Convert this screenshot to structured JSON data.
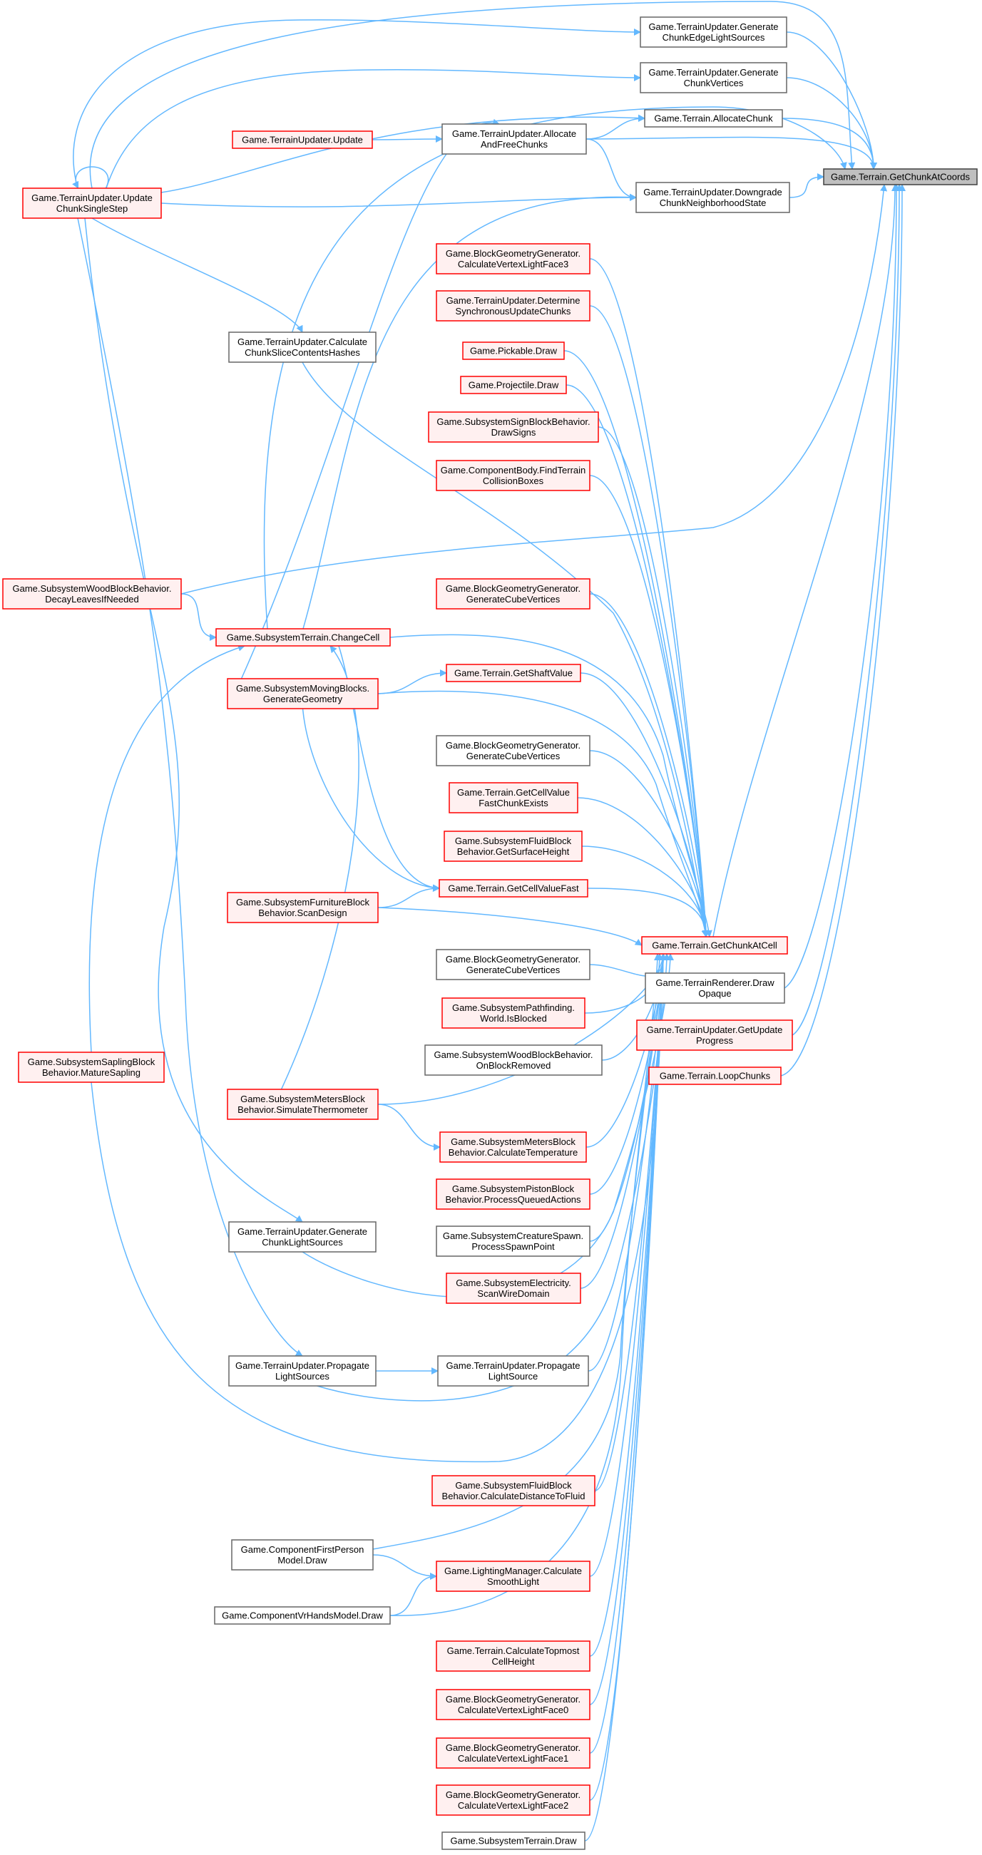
{
  "graph": {
    "title": "Game.Terrain.GetChunkAtCoords caller graph",
    "colors": {
      "edge": "#63b8ff",
      "focus_fill": "#bfbfbf",
      "focus_border": "#404040",
      "red_border": "#ff0000",
      "red_fill": "#fff0f0",
      "black_border": "#666666",
      "white_fill": "#ffffff"
    },
    "nodes": [
      {
        "id": "getChunkAtCoords",
        "style": "focus",
        "lines": [
          "Game.Terrain.GetChunkAtCoords"
        ]
      },
      {
        "id": "genEdgeLight",
        "style": "black",
        "lines": [
          "Game.TerrainUpdater.Generate",
          "ChunkEdgeLightSources"
        ]
      },
      {
        "id": "genChunkVerts",
        "style": "black",
        "lines": [
          "Game.TerrainUpdater.Generate",
          "ChunkVertices"
        ]
      },
      {
        "id": "allocateChunk",
        "style": "black",
        "lines": [
          "Game.Terrain.AllocateChunk"
        ]
      },
      {
        "id": "allocFree",
        "style": "black",
        "lines": [
          "Game.TerrainUpdater.Allocate",
          "AndFreeChunks"
        ]
      },
      {
        "id": "tuUpdate",
        "style": "red",
        "lines": [
          "Game.TerrainUpdater.Update"
        ]
      },
      {
        "id": "downgrade",
        "style": "black",
        "lines": [
          "Game.TerrainUpdater.Downgrade",
          "ChunkNeighborhoodState"
        ]
      },
      {
        "id": "singleStep",
        "style": "red",
        "lines": [
          "Game.TerrainUpdater.Update",
          "ChunkSingleStep"
        ]
      },
      {
        "id": "vlf3",
        "style": "red",
        "lines": [
          "Game.BlockGeometryGenerator.",
          "CalculateVertexLightFace3"
        ]
      },
      {
        "id": "detSync",
        "style": "red",
        "lines": [
          "Game.TerrainUpdater.Determine",
          "SynchronousUpdateChunks"
        ]
      },
      {
        "id": "pickableDraw",
        "style": "red",
        "lines": [
          "Game.Pickable.Draw"
        ]
      },
      {
        "id": "projectileDraw",
        "style": "red",
        "lines": [
          "Game.Projectile.Draw"
        ]
      },
      {
        "id": "drawSigns",
        "style": "red",
        "lines": [
          "Game.SubsystemSignBlockBehavior.",
          "DrawSigns"
        ]
      },
      {
        "id": "findTerrain",
        "style": "red",
        "lines": [
          "Game.ComponentBody.FindTerrain",
          "CollisionBoxes"
        ]
      },
      {
        "id": "sliceHashes",
        "style": "black",
        "lines": [
          "Game.TerrainUpdater.Calculate",
          "ChunkSliceContentsHashes"
        ]
      },
      {
        "id": "decayLeaves",
        "style": "red",
        "lines": [
          "Game.SubsystemWoodBlockBehavior.",
          "DecayLeavesIfNeeded"
        ]
      },
      {
        "id": "cubeVerts1",
        "style": "red",
        "lines": [
          "Game.BlockGeometryGenerator.",
          "GenerateCubeVertices"
        ]
      },
      {
        "id": "changeCell",
        "style": "red",
        "lines": [
          "Game.SubsystemTerrain.ChangeCell"
        ]
      },
      {
        "id": "getShaft",
        "style": "red",
        "lines": [
          "Game.Terrain.GetShaftValue"
        ]
      },
      {
        "id": "movingGeom",
        "style": "red",
        "lines": [
          "Game.SubsystemMovingBlocks.",
          "GenerateGeometry"
        ]
      },
      {
        "id": "cubeVerts2",
        "style": "black",
        "lines": [
          "Game.BlockGeometryGenerator.",
          "GenerateCubeVertices"
        ]
      },
      {
        "id": "cellValueFast",
        "style": "red",
        "lines": [
          "Game.Terrain.GetCellValue",
          "FastChunkExists"
        ]
      },
      {
        "id": "surfaceHeight",
        "style": "red",
        "lines": [
          "Game.SubsystemFluidBlock",
          "Behavior.GetSurfaceHeight"
        ]
      },
      {
        "id": "getCellFast",
        "style": "red",
        "lines": [
          "Game.Terrain.GetCellValueFast"
        ]
      },
      {
        "id": "scanDesign",
        "style": "red",
        "lines": [
          "Game.SubsystemFurnitureBlock",
          "Behavior.ScanDesign"
        ]
      },
      {
        "id": "getChunkAtCell",
        "style": "red",
        "lines": [
          "Game.Terrain.GetChunkAtCell"
        ]
      },
      {
        "id": "cubeVerts3",
        "style": "black",
        "lines": [
          "Game.BlockGeometryGenerator.",
          "GenerateCubeVertices"
        ]
      },
      {
        "id": "rendererDraw",
        "style": "black",
        "lines": [
          "Game.TerrainRenderer.Draw",
          "Opaque"
        ]
      },
      {
        "id": "pathBlocked",
        "style": "red",
        "lines": [
          "Game.SubsystemPathfinding.",
          "World.IsBlocked"
        ]
      },
      {
        "id": "updateProgress",
        "style": "red",
        "lines": [
          "Game.TerrainUpdater.GetUpdate",
          "Progress"
        ]
      },
      {
        "id": "blockRemoved",
        "style": "black",
        "lines": [
          "Game.SubsystemWoodBlockBehavior.",
          "OnBlockRemoved"
        ]
      },
      {
        "id": "loopChunks",
        "style": "red",
        "lines": [
          "Game.Terrain.LoopChunks"
        ]
      },
      {
        "id": "matureSapling",
        "style": "red",
        "lines": [
          "Game.SubsystemSaplingBlock",
          "Behavior.MatureSapling"
        ]
      },
      {
        "id": "simThermo",
        "style": "red",
        "lines": [
          "Game.SubsystemMetersBlock",
          "Behavior.SimulateThermometer"
        ]
      },
      {
        "id": "calcTemp",
        "style": "red",
        "lines": [
          "Game.SubsystemMetersBlock",
          "Behavior.CalculateTemperature"
        ]
      },
      {
        "id": "pistonQueued",
        "style": "red",
        "lines": [
          "Game.SubsystemPistonBlock",
          "Behavior.ProcessQueuedActions"
        ]
      },
      {
        "id": "chunkLight",
        "style": "black",
        "lines": [
          "Game.TerrainUpdater.Generate",
          "ChunkLightSources"
        ]
      },
      {
        "id": "spawnPoint",
        "style": "black",
        "lines": [
          "Game.SubsystemCreatureSpawn.",
          "ProcessSpawnPoint"
        ]
      },
      {
        "id": "wireDomain",
        "style": "red",
        "lines": [
          "Game.SubsystemElectricity.",
          "ScanWireDomain"
        ]
      },
      {
        "id": "propLights",
        "style": "black",
        "lines": [
          "Game.TerrainUpdater.Propagate",
          "LightSources"
        ]
      },
      {
        "id": "propLight",
        "style": "black",
        "lines": [
          "Game.TerrainUpdater.Propagate",
          "LightSource"
        ]
      },
      {
        "id": "distFluid",
        "style": "red",
        "lines": [
          "Game.SubsystemFluidBlock",
          "Behavior.CalculateDistanceToFluid"
        ]
      },
      {
        "id": "firstPerson",
        "style": "black",
        "lines": [
          "Game.ComponentFirstPerson",
          "Model.Draw"
        ]
      },
      {
        "id": "smoothLight",
        "style": "red",
        "lines": [
          "Game.LightingManager.Calculate",
          "SmoothLight"
        ]
      },
      {
        "id": "vrHands",
        "style": "black",
        "lines": [
          "Game.ComponentVrHandsModel.Draw"
        ]
      },
      {
        "id": "topmost",
        "style": "red",
        "lines": [
          "Game.Terrain.CalculateTopmost",
          "CellHeight"
        ]
      },
      {
        "id": "vlf0",
        "style": "red",
        "lines": [
          "Game.BlockGeometryGenerator.",
          "CalculateVertexLightFace0"
        ]
      },
      {
        "id": "vlf1",
        "style": "red",
        "lines": [
          "Game.BlockGeometryGenerator.",
          "CalculateVertexLightFace1"
        ]
      },
      {
        "id": "vlf2",
        "style": "red",
        "lines": [
          "Game.BlockGeometryGenerator.",
          "CalculateVertexLightFace2"
        ]
      },
      {
        "id": "terrainDraw",
        "style": "black",
        "lines": [
          "Game.SubsystemTerrain.Draw"
        ]
      }
    ],
    "edges": [
      [
        "genEdgeLight",
        "getChunkAtCoords"
      ],
      [
        "genChunkVerts",
        "getChunkAtCoords"
      ],
      [
        "allocateChunk",
        "getChunkAtCoords"
      ],
      [
        "allocFree",
        "getChunkAtCoords"
      ],
      [
        "downgrade",
        "getChunkAtCoords"
      ],
      [
        "singleStep",
        "getChunkAtCoords"
      ],
      [
        "changeCell",
        "getChunkAtCoords"
      ],
      [
        "decayLeaves",
        "getChunkAtCoords"
      ],
      [
        "getChunkAtCell",
        "getChunkAtCoords"
      ],
      [
        "rendererDraw",
        "getChunkAtCoords"
      ],
      [
        "updateProgress",
        "getChunkAtCoords"
      ],
      [
        "loopChunks",
        "getChunkAtCoords"
      ],
      [
        "singleStep",
        "genEdgeLight"
      ],
      [
        "singleStep",
        "genChunkVerts"
      ],
      [
        "allocFree",
        "allocateChunk"
      ],
      [
        "tuUpdate",
        "allocFree"
      ],
      [
        "allocFree",
        "downgrade"
      ],
      [
        "singleStep",
        "allocateChunk"
      ],
      [
        "singleStep",
        "downgrade"
      ],
      [
        "singleStep",
        "singleStep"
      ],
      [
        "singleStep",
        "sliceHashes"
      ],
      [
        "singleStep",
        "chunkLight"
      ],
      [
        "singleStep",
        "propLights"
      ],
      [
        "changeCell",
        "downgrade"
      ],
      [
        "movingGeom",
        "allocFree"
      ],
      [
        "simThermo",
        "changeCell"
      ],
      [
        "matureSapling",
        "changeCell"
      ],
      [
        "decayLeaves",
        "changeCell"
      ],
      [
        "movingGeom",
        "getShaft"
      ],
      [
        "scanDesign",
        "getCellFast"
      ],
      [
        "changeCell",
        "getCellFast"
      ],
      [
        "movingGeom",
        "getCellFast"
      ],
      [
        "simThermo",
        "calcTemp"
      ],
      [
        "propLights",
        "propLight"
      ],
      [
        "firstPerson",
        "smoothLight"
      ],
      [
        "vrHands",
        "smoothLight"
      ],
      [
        "vlf3",
        "getChunkAtCell"
      ],
      [
        "detSync",
        "getChunkAtCell"
      ],
      [
        "pickableDraw",
        "getChunkAtCell"
      ],
      [
        "projectileDraw",
        "getChunkAtCell"
      ],
      [
        "drawSigns",
        "getChunkAtCell"
      ],
      [
        "findTerrain",
        "getChunkAtCell"
      ],
      [
        "sliceHashes",
        "getChunkAtCell"
      ],
      [
        "cubeVerts1",
        "getChunkAtCell"
      ],
      [
        "changeCell",
        "getChunkAtCell"
      ],
      [
        "getShaft",
        "getChunkAtCell"
      ],
      [
        "movingGeom",
        "getChunkAtCell"
      ],
      [
        "cubeVerts2",
        "getChunkAtCell"
      ],
      [
        "cellValueFast",
        "getChunkAtCell"
      ],
      [
        "surfaceHeight",
        "getChunkAtCell"
      ],
      [
        "getCellFast",
        "getChunkAtCell"
      ],
      [
        "scanDesign",
        "getChunkAtCell"
      ],
      [
        "cubeVerts3",
        "getChunkAtCell"
      ],
      [
        "pathBlocked",
        "getChunkAtCell"
      ],
      [
        "blockRemoved",
        "getChunkAtCell"
      ],
      [
        "simThermo",
        "getChunkAtCell"
      ],
      [
        "calcTemp",
        "getChunkAtCell"
      ],
      [
        "pistonQueued",
        "getChunkAtCell"
      ],
      [
        "chunkLight",
        "getChunkAtCell"
      ],
      [
        "spawnPoint",
        "getChunkAtCell"
      ],
      [
        "wireDomain",
        "getChunkAtCell"
      ],
      [
        "propLights",
        "getChunkAtCell"
      ],
      [
        "propLight",
        "getChunkAtCell"
      ],
      [
        "matureSapling",
        "getChunkAtCell"
      ],
      [
        "distFluid",
        "getChunkAtCell"
      ],
      [
        "firstPerson",
        "getChunkAtCell"
      ],
      [
        "smoothLight",
        "getChunkAtCell"
      ],
      [
        "vrHands",
        "getChunkAtCell"
      ],
      [
        "topmost",
        "getChunkAtCell"
      ],
      [
        "vlf0",
        "getChunkAtCell"
      ],
      [
        "vlf1",
        "getChunkAtCell"
      ],
      [
        "vlf2",
        "getChunkAtCell"
      ],
      [
        "terrainDraw",
        "getChunkAtCell"
      ]
    ]
  }
}
